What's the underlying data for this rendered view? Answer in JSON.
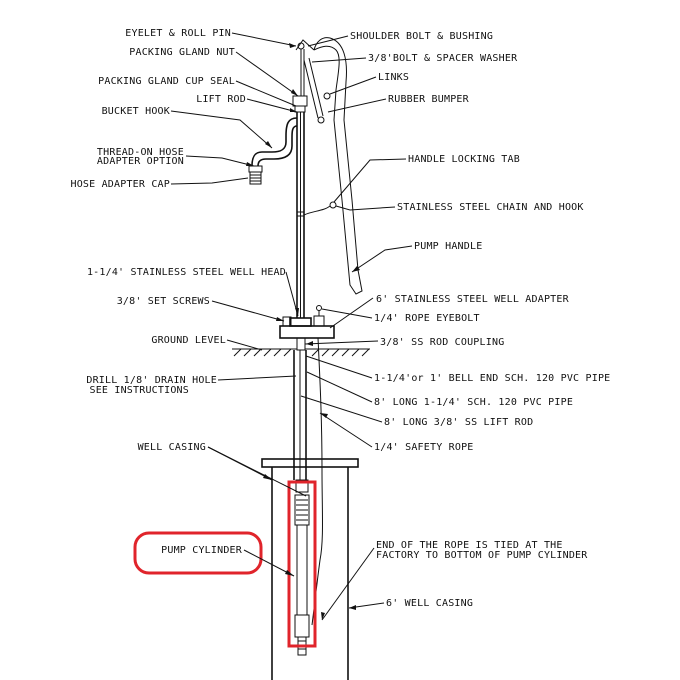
{
  "labels": {
    "eyelet": "EYELET & ROLL PIN",
    "shoulder_bolt": "SHOULDER BOLT & BUSHING",
    "packing_nut": "PACKING GLAND NUT",
    "bolt_washer": "3/8'BOLT & SPACER WASHER",
    "cup_seal": "PACKING GLAND CUP SEAL",
    "links": "LINKS",
    "lift_rod": "LIFT ROD",
    "rubber_bumper": "RUBBER BUMPER",
    "bucket_hook": "BUCKET HOOK",
    "hose_adapter_1": "THREAD-ON HOSE",
    "hose_adapter_2": "ADAPTER  OPTION",
    "handle_tab": "HANDLE LOCKING TAB",
    "hose_cap": "HOSE ADAPTER CAP",
    "chain_hook": "STAINLESS STEEL CHAIN AND HOOK",
    "pump_handle": "PUMP HANDLE",
    "well_head": "1-1/4' STAINLESS STEEL WELL HEAD",
    "set_screws": "3/8' SET SCREWS",
    "well_adapter": "6'  STAINLESS STEEL WELL ADAPTER",
    "rope_eyebolt": "1/4' ROPE EYEBOLT",
    "ground_level": "GROUND LEVEL",
    "rod_coupling": "3/8' SS ROD COUPLING",
    "drain_1": "DRILL 1/8' DRAIN HOLE",
    "drain_2": "SEE INSTRUCTIONS",
    "bell_pipe": "1-1/4'or 1' BELL END SCH. 120 PVC PIPE",
    "long_pipe": "8' LONG 1-1/4' SCH. 120 PVC PIPE",
    "long_rod": "8' LONG 3/8' SS LIFT ROD",
    "well_casing": "WELL CASING",
    "safety_rope": "1/4' SAFETY ROPE",
    "pump_cylinder": "PUMP CYLINDER",
    "rope_end_1": "END OF THE ROPE IS TIED AT THE",
    "rope_end_2": "FACTORY TO BOTTOM OF PUMP CYLINDER",
    "casing_6": "6' WELL CASING"
  },
  "colors": {
    "line": "#111111",
    "highlight": "#e0242b"
  }
}
